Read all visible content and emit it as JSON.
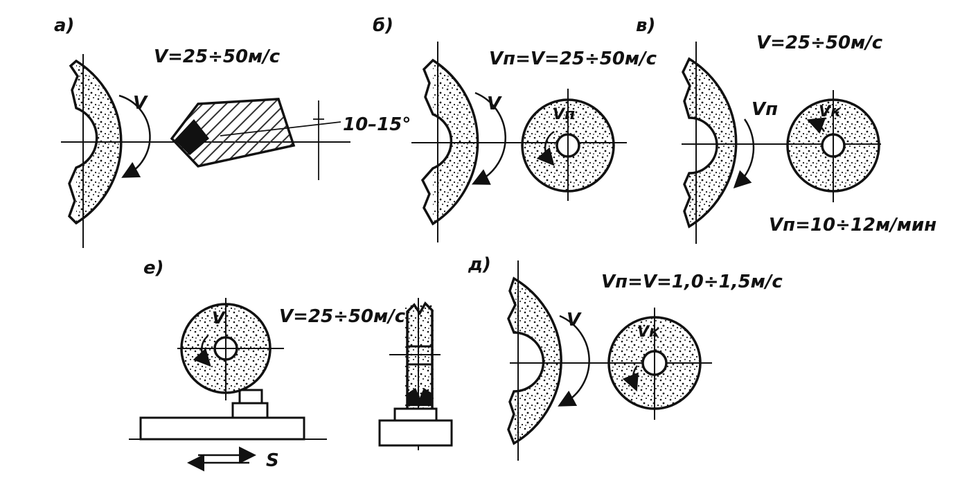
{
  "panels": [
    {
      "id": "a",
      "letter": "а)",
      "labels": {
        "speed": "V=25÷50м/с",
        "wheel_v": "V",
        "angle": "10–15°"
      }
    },
    {
      "id": "b",
      "letter": "б)",
      "labels": {
        "speed": "Vп=V=25÷50м/с",
        "wheel_v": "V",
        "roller_v": "Vп"
      }
    },
    {
      "id": "v",
      "letter": "в)",
      "labels": {
        "speed": "V=25÷50м/с",
        "wheel_v": "Vп",
        "roller_v": "Vк",
        "roller_speed": "Vп=10÷12м/мин"
      }
    },
    {
      "id": "e",
      "letter": "е)",
      "labels": {
        "speed": "V=25÷50м/с",
        "wheel_v": "V",
        "feed": "S"
      }
    },
    {
      "id": "d",
      "letter": "д)",
      "labels": {
        "speed": "Vп=V=1,0÷1,5м/с",
        "wheel_v": "V",
        "roller_v": "Vк"
      }
    }
  ],
  "colors": {
    "ink": "#111111",
    "paper": "#ffffff",
    "hatch": "#333333"
  }
}
